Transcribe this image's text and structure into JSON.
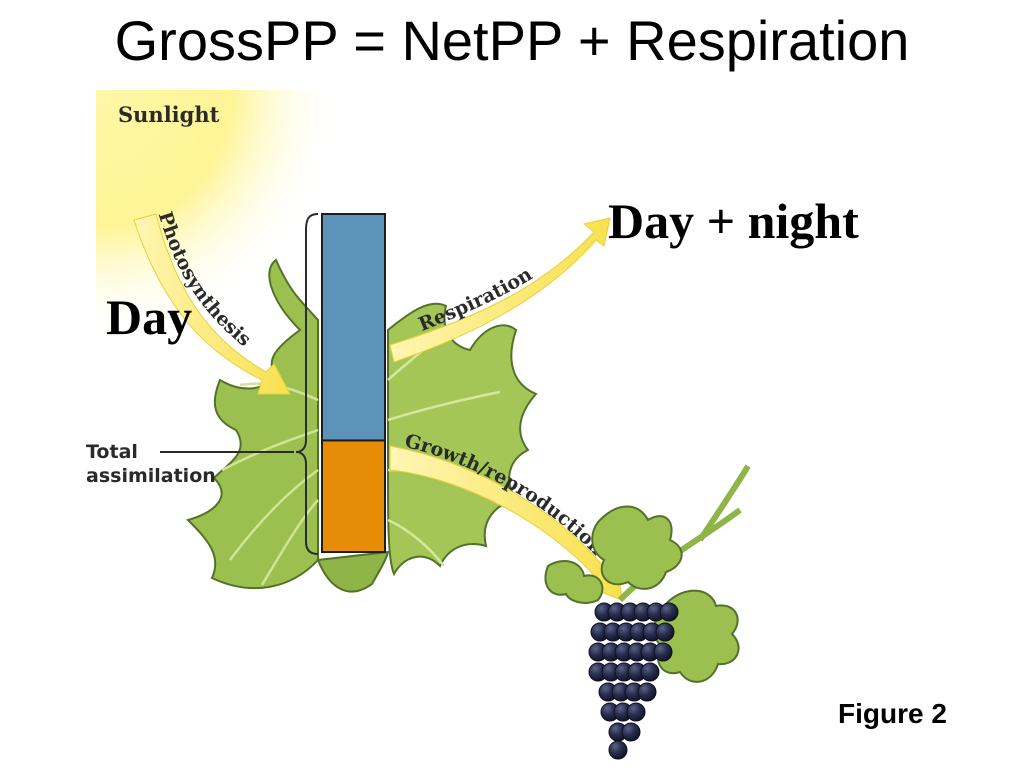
{
  "slide": {
    "title": "GrossPP = NetPP + Respiration",
    "figure_label": "Figure 2"
  },
  "diagram": {
    "sunlight_label": "Sunlight",
    "day_label": "Day",
    "day_night_label": "Day + night",
    "total_assimilation": {
      "line1": "Total",
      "line2": "assimilation"
    },
    "arrows": {
      "photosynthesis": "Photosynthesis",
      "respiration": "Respiration",
      "growth": "Growth/reproduction"
    },
    "bar": {
      "respiration_fraction": 0.67,
      "growth_fraction": 0.33,
      "colors": {
        "respiration": "#5b93b9",
        "growth": "#e78c06"
      }
    },
    "colors": {
      "sun": "#fff176",
      "arrow": "#fbe86a",
      "leaf": "#9cc04f",
      "grape": "#252a45"
    }
  }
}
